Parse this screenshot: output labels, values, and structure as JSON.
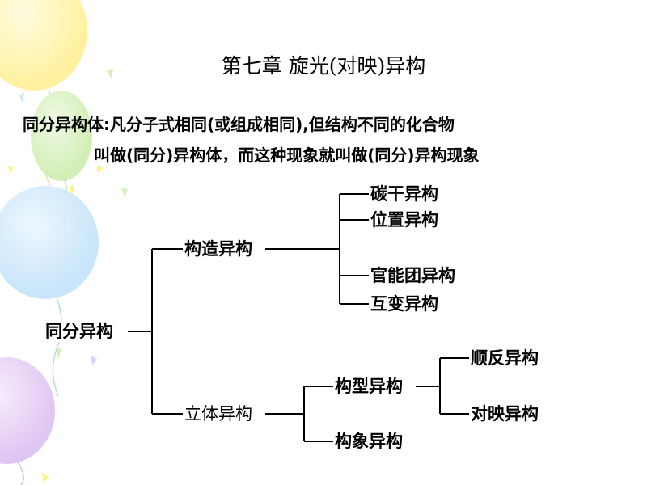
{
  "slide": {
    "title": "第七章   旋光(对映)异构",
    "definition": {
      "line1": "同分异构体:凡分子式相同(或组成相同),但结构不同的化合物",
      "line2": "叫做(同分)异构体，而这种现象就叫做(同分)异构现象"
    }
  },
  "tree": {
    "root": "同分异构",
    "structural": {
      "label": "构造异构",
      "children": [
        "碳干异构",
        "位置异构",
        "官能团异构",
        "互变异构"
      ]
    },
    "stereo": {
      "label": "立体异构",
      "configurational": {
        "label": "构型异构",
        "children": [
          "顺反异构",
          "对映异构"
        ]
      },
      "conformational": "构象异构"
    }
  },
  "colors": {
    "text": "#000000",
    "line": "#000000",
    "background": "#ffffff",
    "balloon_yellow": "#fff3a0",
    "balloon_green": "#d6f0b8",
    "balloon_blue": "#cfe8fb",
    "balloon_purple": "#e6cdf5"
  }
}
